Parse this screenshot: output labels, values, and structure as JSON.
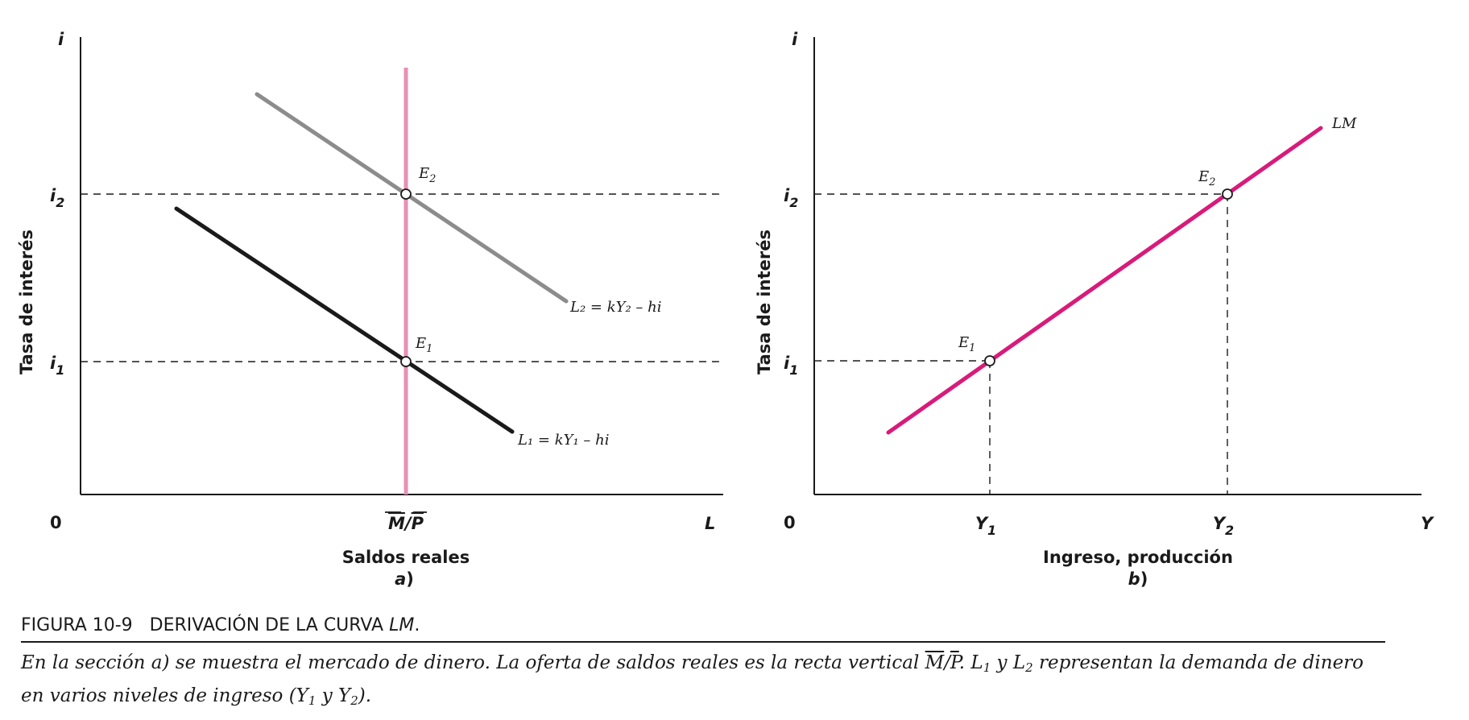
{
  "panel_a": {
    "y_axis_symbol": "i",
    "y_axis_title": "Tasa de interés",
    "i2_label": "i",
    "i2_sub": "2",
    "i1_label": "i",
    "i1_sub": "1",
    "origin": "0",
    "x_tick_M": "M",
    "x_tick_slash": "/",
    "x_tick_P": "P",
    "x_axis_symbol": "L",
    "x_axis_title": "Saldos reales",
    "panel_tag": "a",
    "panel_tag_paren": ")",
    "E2": "E",
    "E2_sub": "2",
    "E1": "E",
    "E1_sub": "1",
    "L2_label": "L₂ = kY₂ – hi",
    "L1_label": "L₁ = kY₁ – hi"
  },
  "panel_b": {
    "y_axis_symbol": "i",
    "y_axis_title": "Tasa de interés",
    "i2_label": "i",
    "i2_sub": "2",
    "i1_label": "i",
    "i1_sub": "1",
    "origin": "0",
    "Y1_label": "Y",
    "Y1_sub": "1",
    "Y2_label": "Y",
    "Y2_sub": "2",
    "x_axis_symbol": "Y",
    "x_axis_title": "Ingreso, producción",
    "panel_tag": "b",
    "panel_tag_paren": ")",
    "E2": "E",
    "E2_sub": "2",
    "E1": "E",
    "E1_sub": "1",
    "LM_label": "LM"
  },
  "caption": {
    "figure_label": "FIGURA 10-9   DERIVACIÓN DE LA CURVA ",
    "figure_label_italic": "LM",
    "figure_label_end": ".",
    "text_1": "En la sección a) se muestra el mercado de dinero. La oferta de saldos reales es la recta vertical ",
    "text_MP_M": "M",
    "text_MP_slash": "/",
    "text_MP_P": "P",
    "text_2": ". L",
    "text_sub_1": "1",
    "text_3": " y L",
    "text_sub_2": "2",
    "text_4": " representan la demanda de dinero en varios niveles de ingreso (Y",
    "text_sub_3": "1",
    "text_5": " y Y",
    "text_sub_4": "2",
    "text_6": ")."
  },
  "colors": {
    "axis": "#1a1a1a",
    "money_supply": "#e88fb4",
    "L2_curve": "#8c8c8c",
    "L1_curve": "#1a1a1a",
    "LM_curve": "#d81b7a"
  }
}
